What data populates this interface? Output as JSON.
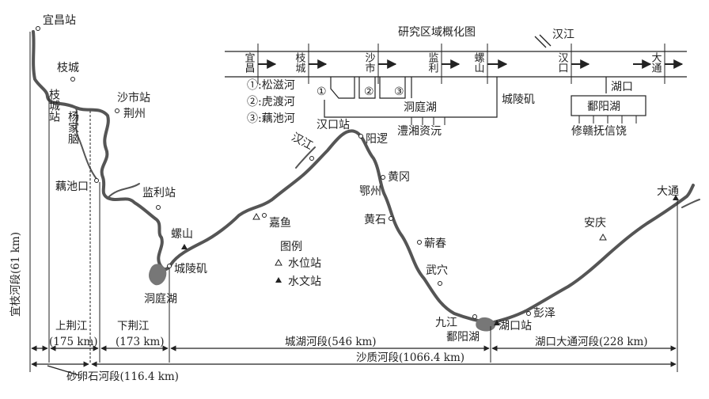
{
  "schematic": {
    "title": "研究区域概化图",
    "hanjiang": "汉江",
    "stations": [
      "宜昌",
      "枝城",
      "沙市",
      "监利",
      "螺山",
      "汉口",
      "大通"
    ],
    "hukou": "湖口",
    "outlets": [
      "①",
      "②",
      "③"
    ],
    "outlet_legend": [
      "①:松滋河",
      "②:虎渡河",
      "③:藕池河"
    ],
    "dongting": "洞庭湖",
    "chenglingji": "城陵矶",
    "dongting_rivers": "澧湘资沅",
    "poyang": "鄱阳湖",
    "poyang_rivers": "修赣抚信饶"
  },
  "map_labels": {
    "yichang": "宜昌站",
    "zhicheng": "枝城",
    "zhicheng_station": "枝城站",
    "yangjianao": "杨家脑",
    "shashi": "沙市站",
    "jingzhou": "荆州",
    "ouchikou": "藕池口",
    "jianli": "监利站",
    "luoshan": "螺山",
    "chenglingji": "城陵矶",
    "dongting": "洞庭湖",
    "jiayu": "嘉鱼",
    "hanjiang": "汉江",
    "hankou": "汉口站",
    "yangluo": "阳逻",
    "huanggang": "黄冈",
    "ezhou": "鄂州",
    "huangshi": "黄石",
    "qichun": "蕲春",
    "wuxue": "武穴",
    "jiujiang": "九江",
    "poyang": "鄱阳湖",
    "hukou": "湖口站",
    "pengze": "彭泽",
    "anqing": "安庆",
    "datong": "大通"
  },
  "legend": {
    "title": "图例",
    "water_level": "水位站",
    "hydrologic": "水文站"
  },
  "segments": {
    "yizhi": "宜枝河段(61 km)",
    "upper_jingjiang": "上荆江",
    "upper_km": "(175 km)",
    "lower_jingjiang": "下荆江",
    "lower_km": "(173 km)",
    "chenghu": "城湖河段(546 km)",
    "hukou_datong": "湖口大通河段(228 km)",
    "sandy": "沙质河段(1066.4 km)",
    "gravel": "砂卵石河段(116.4 km)"
  }
}
